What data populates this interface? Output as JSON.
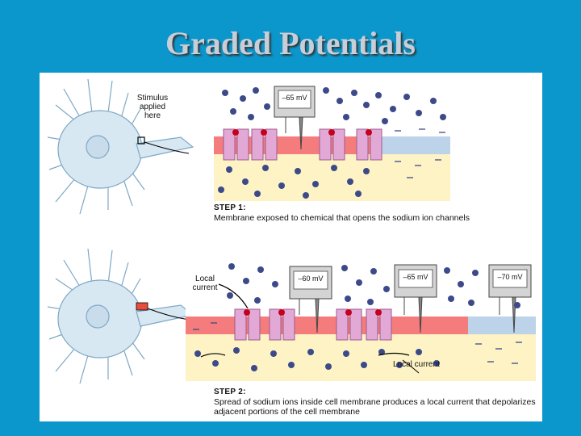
{
  "slide": {
    "title": "Graded Potentials"
  },
  "step1": {
    "title": "STEP 1:",
    "text": "Membrane exposed to chemical that opens the sodium ion channels",
    "stimulus_label": "Stimulus applied here",
    "meter": "–65 mV"
  },
  "step2": {
    "title": "STEP 2:",
    "text": "Spread of sodium ions inside cell membrane produces a local current that depolarizes adjacent portions of the cell membrane",
    "local_current_left": "Local current",
    "local_current_bottom": "Local current",
    "meters": [
      "–60 mV",
      "–65 mV",
      "–70 mV"
    ]
  },
  "colors": {
    "background": "#0b97cc",
    "depolarized": "#f47c7c",
    "resting": "#bcd3ea",
    "extracellular": "#fdf3c4",
    "channel": "#e3a9d6",
    "ion": "#3c4a8a"
  }
}
